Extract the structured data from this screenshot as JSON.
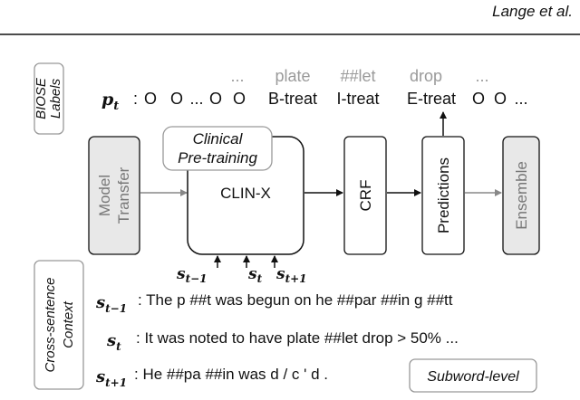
{
  "header": {
    "running_head": "Lange et al."
  },
  "left_labels": {
    "biose_line1": "BIOSE",
    "biose_line2": "Labels",
    "context_line1": "Cross-sentence",
    "context_line2": "Context"
  },
  "labels_row": {
    "symbol": "p",
    "symbol_sub": "t",
    "colon": ":",
    "tokens": [
      "O",
      "O",
      "...",
      "O",
      "O",
      "B-treat",
      "I-treat",
      "E-treat",
      "O",
      "O",
      "..."
    ]
  },
  "subword_top": [
    "...",
    "plate",
    "##let",
    "drop",
    "..."
  ],
  "blocks": {
    "model_transfer_line1": "Model",
    "model_transfer_line2": "Transfer",
    "clinical_line1": "Clinical",
    "clinical_line2": "Pre-training",
    "clin_x": "CLIN-X",
    "crf": "CRF",
    "predictions": "Predictions",
    "ensemble": "Ensemble"
  },
  "inputs": [
    {
      "symbol": "s",
      "sub": "t−1"
    },
    {
      "symbol": "s",
      "sub": "t"
    },
    {
      "symbol": "s",
      "sub": "t+1"
    }
  ],
  "context_rows": [
    {
      "symbol": "s",
      "sub": "t−1",
      "text": ": The p ##t was begun on he ##par ##in g ##tt"
    },
    {
      "symbol": "s",
      "sub": "t",
      "text": ": It was noted to have plate ##let drop > 50% ..."
    },
    {
      "symbol": "s",
      "sub": "t+1",
      "text": ": He ##pa ##in was d / c ' d ."
    }
  ],
  "subword_badge": "Subword-level",
  "colors": {
    "gray_box": "#e8e8e8",
    "gray_text": "#9a9a9a",
    "arrow_gray": "#888888",
    "black": "#111111"
  }
}
